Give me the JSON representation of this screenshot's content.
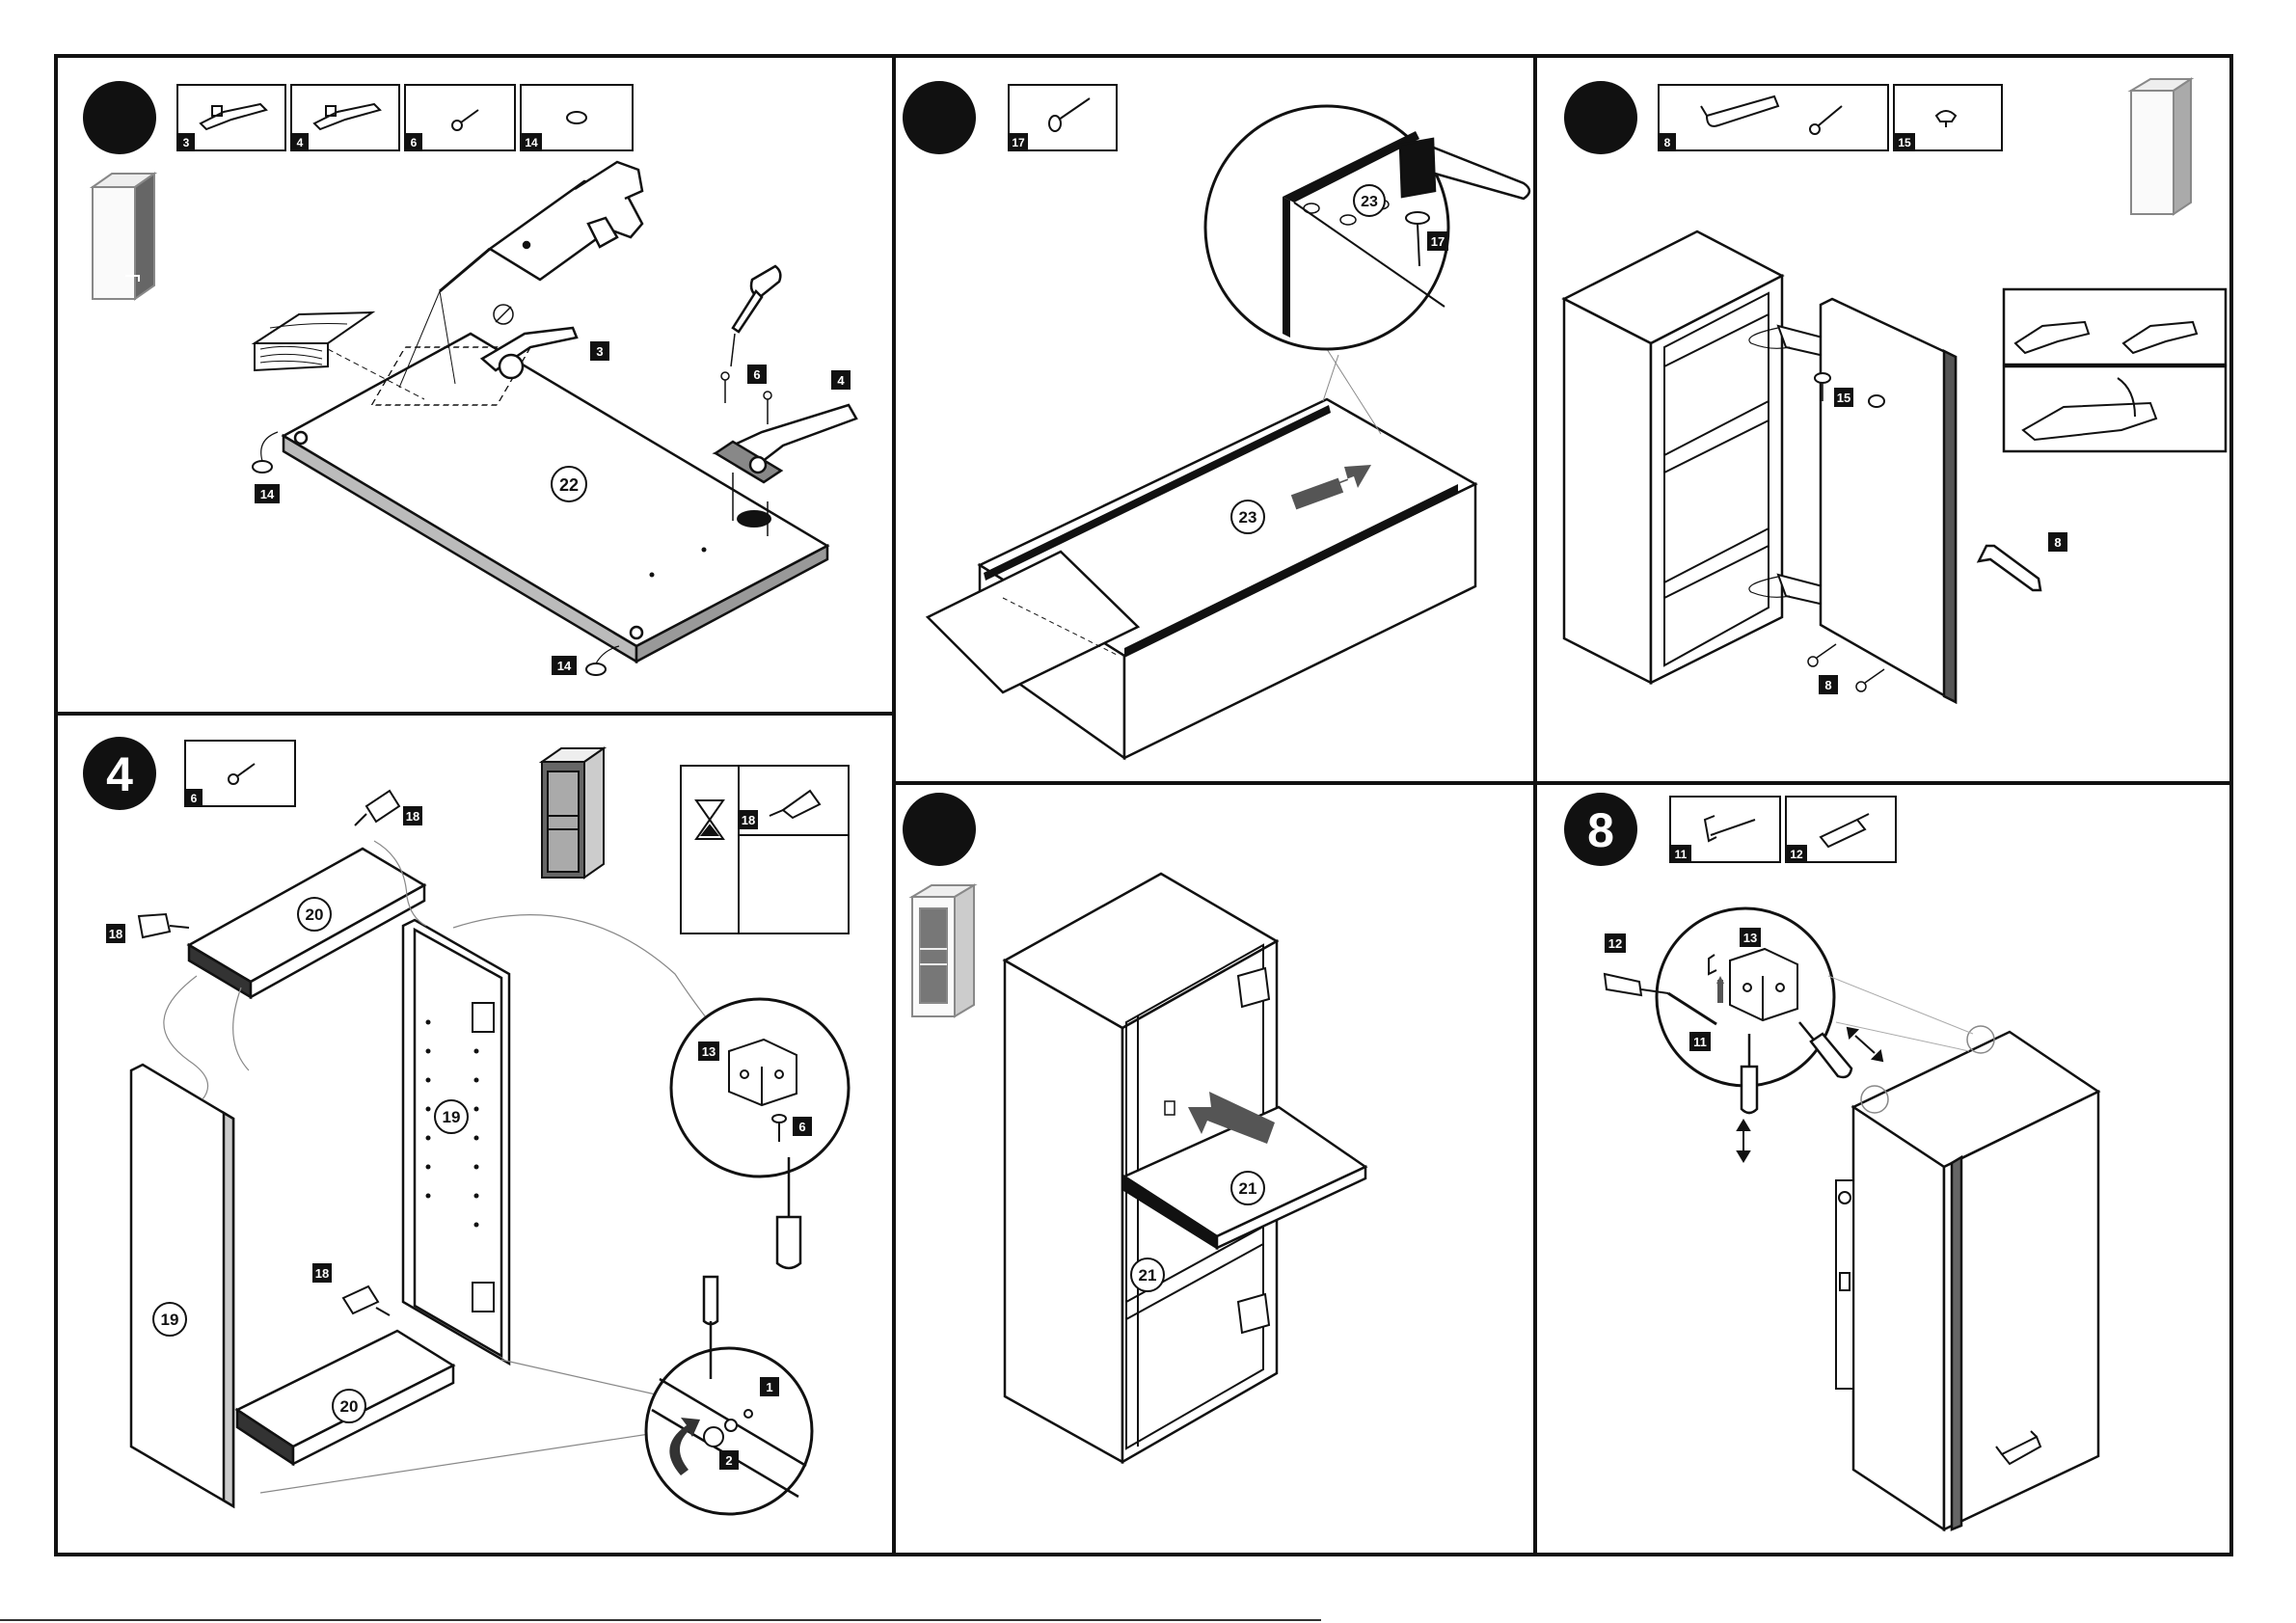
{
  "panels": [
    {
      "id": "p1",
      "step": "",
      "parts": [
        {
          "num": "3",
          "icon": "hinge-icon"
        },
        {
          "num": "4",
          "icon": "hinge-icon"
        },
        {
          "num": "6",
          "icon": "screw-icon"
        },
        {
          "num": "14",
          "icon": "felt-pad-icon"
        }
      ],
      "callouts": [
        "3",
        "6",
        "4",
        "14",
        "14",
        "22"
      ]
    },
    {
      "id": "p2",
      "step": "",
      "parts": [
        {
          "num": "17",
          "icon": "nail-icon"
        }
      ],
      "callouts": [
        "23",
        "17",
        "23"
      ]
    },
    {
      "id": "p3",
      "step": "",
      "parts": [
        {
          "num": "8",
          "icon": "handle-and-screw-icon"
        },
        {
          "num": "15",
          "icon": "knob-icon"
        }
      ],
      "callouts": [
        "15",
        "8",
        "8"
      ]
    },
    {
      "id": "p4",
      "step": "4",
      "parts": [
        {
          "num": "6",
          "icon": "screw-icon"
        }
      ],
      "callouts": [
        "18",
        "18",
        "18",
        "18",
        "20",
        "19",
        "19",
        "20",
        "13",
        "6",
        "1",
        "2"
      ]
    },
    {
      "id": "p5",
      "step": "",
      "parts": [],
      "callouts": [
        "21",
        "21"
      ]
    },
    {
      "id": "p6",
      "step": "8",
      "parts": [
        {
          "num": "11",
          "icon": "hook-screw-icon"
        },
        {
          "num": "12",
          "icon": "wall-plug-icon"
        }
      ],
      "callouts": [
        "12",
        "13",
        "11"
      ]
    }
  ]
}
